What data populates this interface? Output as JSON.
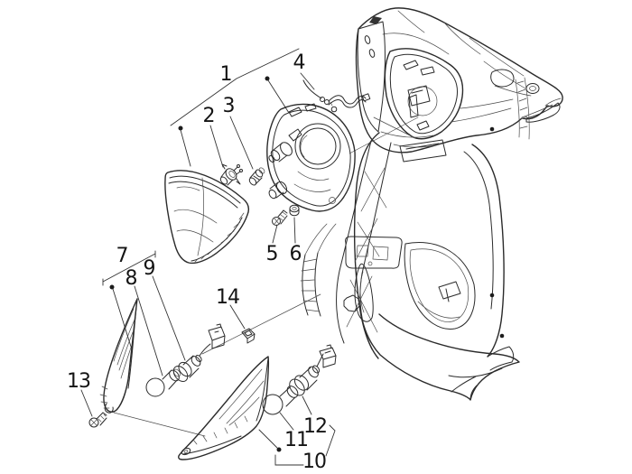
{
  "diagram": {
    "type": "exploded-parts-diagram",
    "colors": {
      "line": "#2b2b2b",
      "label": "#141414",
      "background": "#ffffff"
    },
    "callouts": [
      {
        "label": "1"
      },
      {
        "label": "2"
      },
      {
        "label": "3"
      },
      {
        "label": "4"
      },
      {
        "label": "5"
      },
      {
        "label": "6"
      },
      {
        "label": "7"
      },
      {
        "label": "8"
      },
      {
        "label": "9"
      },
      {
        "label": "10"
      },
      {
        "label": "11"
      },
      {
        "label": "12"
      },
      {
        "label": "13"
      },
      {
        "label": "14"
      }
    ]
  }
}
